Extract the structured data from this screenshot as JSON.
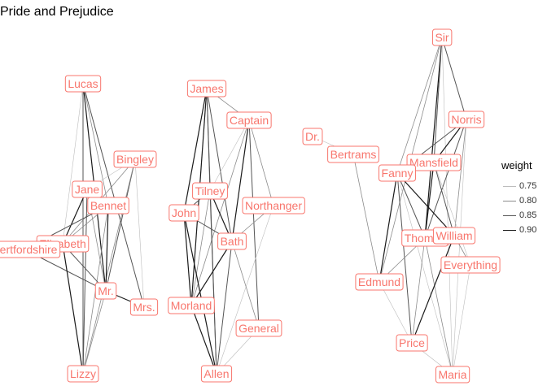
{
  "title": "Pride and Prejudice",
  "legend": {
    "title": "weight",
    "items": [
      {
        "label": "0.75",
        "color": "#bdbdbd"
      },
      {
        "label": "0.80",
        "color": "#8c8c8c"
      },
      {
        "label": "0.85",
        "color": "#555555"
      },
      {
        "label": "0.90",
        "color": "#1a1a1a"
      }
    ]
  },
  "colors": {
    "node_text": "#f8766d",
    "node_border": "#f8766d"
  },
  "nodes": [
    {
      "id": "Lucas",
      "label": "Lucas"
    },
    {
      "id": "Bingley",
      "label": "Bingley"
    },
    {
      "id": "Jane",
      "label": "Jane"
    },
    {
      "id": "Bennet",
      "label": "Bennet"
    },
    {
      "id": "Elizabeth",
      "label": "Elizabeth"
    },
    {
      "id": "Hertfordshire",
      "label": "Hertfordshire"
    },
    {
      "id": "Mr",
      "label": "Mr."
    },
    {
      "id": "Mrs",
      "label": "Mrs."
    },
    {
      "id": "Lizzy",
      "label": "Lizzy"
    },
    {
      "id": "James",
      "label": "James"
    },
    {
      "id": "Captain",
      "label": "Captain"
    },
    {
      "id": "Tilney",
      "label": "Tilney"
    },
    {
      "id": "John",
      "label": "John"
    },
    {
      "id": "Northanger",
      "label": "Northanger"
    },
    {
      "id": "Bath",
      "label": "Bath"
    },
    {
      "id": "Morland",
      "label": "Morland"
    },
    {
      "id": "General",
      "label": "General"
    },
    {
      "id": "Allen",
      "label": "Allen"
    },
    {
      "id": "Sir",
      "label": "Sir"
    },
    {
      "id": "Norris",
      "label": "Norris"
    },
    {
      "id": "Dr",
      "label": "Dr."
    },
    {
      "id": "Bertrams",
      "label": "Bertrams"
    },
    {
      "id": "Mansfield",
      "label": "Mansfield"
    },
    {
      "id": "Fanny",
      "label": "Fanny"
    },
    {
      "id": "Thomas",
      "label": "Thomas"
    },
    {
      "id": "William",
      "label": "William"
    },
    {
      "id": "Everything",
      "label": "Everything"
    },
    {
      "id": "Edmund",
      "label": "Edmund"
    },
    {
      "id": "Price",
      "label": "Price"
    },
    {
      "id": "Maria",
      "label": "Maria"
    }
  ],
  "edges": [
    {
      "from": "Lucas",
      "to": "Lizzy",
      "weight": 0.85
    },
    {
      "from": "Lucas",
      "to": "Mr",
      "weight": 0.9
    },
    {
      "from": "Lucas",
      "to": "Mrs",
      "weight": 0.85
    },
    {
      "from": "Lucas",
      "to": "Elizabeth",
      "weight": 0.75
    },
    {
      "from": "Lucas",
      "to": "Bennet",
      "weight": 0.8
    },
    {
      "from": "Bingley",
      "to": "Jane",
      "weight": 0.75
    },
    {
      "from": "Bingley",
      "to": "Mr",
      "weight": 0.85
    },
    {
      "from": "Bingley",
      "to": "Lizzy",
      "weight": 0.8
    },
    {
      "from": "Bingley",
      "to": "Mrs",
      "weight": 0.75
    },
    {
      "from": "Bingley",
      "to": "Elizabeth",
      "weight": 0.8
    },
    {
      "from": "Jane",
      "to": "Elizabeth",
      "weight": 0.9
    },
    {
      "from": "Jane",
      "to": "Bennet",
      "weight": 0.85
    },
    {
      "from": "Jane",
      "to": "Mr",
      "weight": 0.8
    },
    {
      "from": "Jane",
      "to": "Lizzy",
      "weight": 0.85
    },
    {
      "from": "Bennet",
      "to": "Mr",
      "weight": 0.9
    },
    {
      "from": "Bennet",
      "to": "Hertfordshire",
      "weight": 0.85
    },
    {
      "from": "Bennet",
      "to": "Elizabeth",
      "weight": 0.8
    },
    {
      "from": "Bennet",
      "to": "Lizzy",
      "weight": 0.8
    },
    {
      "from": "Hertfordshire",
      "to": "Mr",
      "weight": 0.85
    },
    {
      "from": "Elizabeth",
      "to": "Mr",
      "weight": 0.85
    },
    {
      "from": "Elizabeth",
      "to": "Lizzy",
      "weight": 0.9
    },
    {
      "from": "Mr",
      "to": "Mrs",
      "weight": 0.9
    },
    {
      "from": "Mr",
      "to": "Lizzy",
      "weight": 0.8
    },
    {
      "from": "James",
      "to": "Captain",
      "weight": 0.8
    },
    {
      "from": "James",
      "to": "Tilney",
      "weight": 0.85
    },
    {
      "from": "James",
      "to": "John",
      "weight": 0.9
    },
    {
      "from": "James",
      "to": "Bath",
      "weight": 0.85
    },
    {
      "from": "James",
      "to": "Morland",
      "weight": 0.9
    },
    {
      "from": "James",
      "to": "Allen",
      "weight": 0.85
    },
    {
      "from": "Captain",
      "to": "Tilney",
      "weight": 0.75
    },
    {
      "from": "Captain",
      "to": "Bath",
      "weight": 0.9
    },
    {
      "from": "Captain",
      "to": "General",
      "weight": 0.85
    },
    {
      "from": "Captain",
      "to": "Northanger",
      "weight": 0.8
    },
    {
      "from": "Captain",
      "to": "Morland",
      "weight": 0.8
    },
    {
      "from": "Tilney",
      "to": "John",
      "weight": 0.85
    },
    {
      "from": "Tilney",
      "to": "Bath",
      "weight": 0.9
    },
    {
      "from": "Tilney",
      "to": "Allen",
      "weight": 0.85
    },
    {
      "from": "Tilney",
      "to": "Morland",
      "weight": 0.8
    },
    {
      "from": "John",
      "to": "Bath",
      "weight": 0.85
    },
    {
      "from": "John",
      "to": "Morland",
      "weight": 0.9
    },
    {
      "from": "John",
      "to": "Allen",
      "weight": 0.9
    },
    {
      "from": "Northanger",
      "to": "Bath",
      "weight": 0.8
    },
    {
      "from": "Northanger",
      "to": "Allen",
      "weight": 0.75
    },
    {
      "from": "Bath",
      "to": "Morland",
      "weight": 0.9
    },
    {
      "from": "Bath",
      "to": "Allen",
      "weight": 0.85
    },
    {
      "from": "Bath",
      "to": "General",
      "weight": 0.8
    },
    {
      "from": "Morland",
      "to": "Allen",
      "weight": 0.9
    },
    {
      "from": "General",
      "to": "Allen",
      "weight": 0.75
    },
    {
      "from": "Sir",
      "to": "Thomas",
      "weight": 0.9
    },
    {
      "from": "Sir",
      "to": "Norris",
      "weight": 0.85
    },
    {
      "from": "Sir",
      "to": "Mansfield",
      "weight": 0.85
    },
    {
      "from": "Sir",
      "to": "Fanny",
      "weight": 0.8
    },
    {
      "from": "Sir",
      "to": "Edmund",
      "weight": 0.8
    },
    {
      "from": "Sir",
      "to": "Maria",
      "weight": 0.75
    },
    {
      "from": "Norris",
      "to": "Mansfield",
      "weight": 0.9
    },
    {
      "from": "Norris",
      "to": "Thomas",
      "weight": 0.85
    },
    {
      "from": "Norris",
      "to": "Fanny",
      "weight": 0.85
    },
    {
      "from": "Norris",
      "to": "William",
      "weight": 0.8
    },
    {
      "from": "Norris",
      "to": "Maria",
      "weight": 0.75
    },
    {
      "from": "Dr",
      "to": "Bertrams",
      "weight": 0.75
    },
    {
      "from": "Bertrams",
      "to": "Edmund",
      "weight": 0.8
    },
    {
      "from": "Mansfield",
      "to": "Fanny",
      "weight": 0.9
    },
    {
      "from": "Mansfield",
      "to": "Thomas",
      "weight": 0.9
    },
    {
      "from": "Mansfield",
      "to": "William",
      "weight": 0.85
    },
    {
      "from": "Mansfield",
      "to": "Everything",
      "weight": 0.75
    },
    {
      "from": "Fanny",
      "to": "Edmund",
      "weight": 0.9
    },
    {
      "from": "Fanny",
      "to": "Thomas",
      "weight": 0.85
    },
    {
      "from": "Fanny",
      "to": "William",
      "weight": 0.9
    },
    {
      "from": "Fanny",
      "to": "Price",
      "weight": 0.85
    },
    {
      "from": "Fanny",
      "to": "Maria",
      "weight": 0.75
    },
    {
      "from": "Thomas",
      "to": "Edmund",
      "weight": 0.8
    },
    {
      "from": "Thomas",
      "to": "William",
      "weight": 0.85
    },
    {
      "from": "Thomas",
      "to": "Price",
      "weight": 0.8
    },
    {
      "from": "Thomas",
      "to": "Maria",
      "weight": 0.8
    },
    {
      "from": "William",
      "to": "Price",
      "weight": 0.9
    },
    {
      "from": "William",
      "to": "Everything",
      "weight": 0.8
    },
    {
      "from": "Edmund",
      "to": "Price",
      "weight": 0.75
    },
    {
      "from": "Everything",
      "to": "Maria",
      "weight": 0.75
    },
    {
      "from": "Price",
      "to": "Maria",
      "weight": 0.75
    }
  ]
}
